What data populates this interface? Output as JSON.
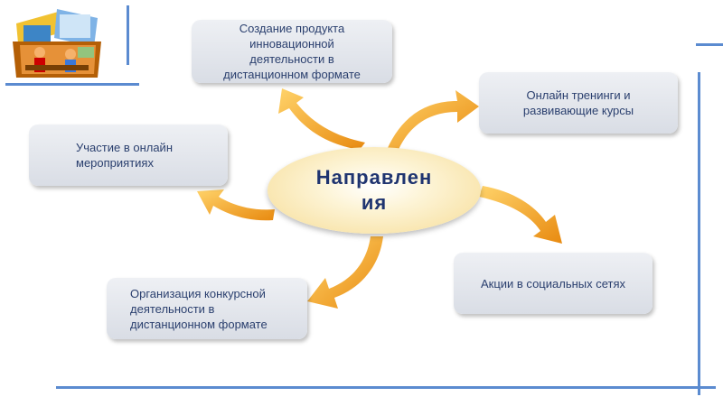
{
  "center_label": "Направлен\nия",
  "boxes": {
    "top": "Создание продукта\nинновационной\nдеятельности в\nдистанционном формате",
    "top_right": "Онлайн тренинги и\nразвивающие курсы",
    "left": "Участие в онлайн\nмероприятиях",
    "bottom_left": "Организация конкурсной\nдеятельности в\nдистанционном формате",
    "bottom_right": "Акции в социальных сетях"
  },
  "colors": {
    "accent_line": "#5b8bd0",
    "arrow": "#f0a020",
    "text": "#2a3f6e"
  },
  "icons": [
    "education-clipart-icon"
  ]
}
